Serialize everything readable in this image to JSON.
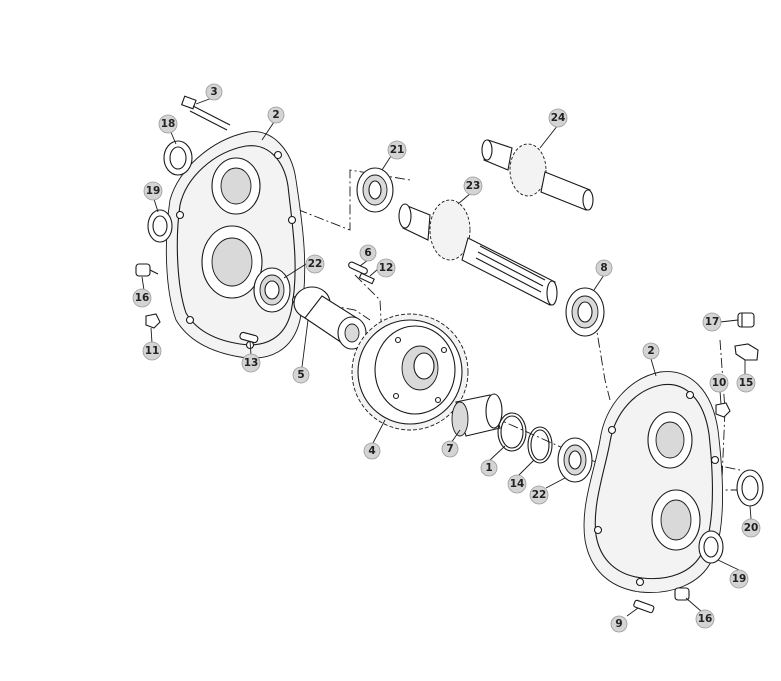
{
  "callouts": [
    {
      "id": "c-3",
      "label": "3"
    },
    {
      "id": "c-2a",
      "label": "2"
    },
    {
      "id": "c-18",
      "label": "18"
    },
    {
      "id": "c-19a",
      "label": "19"
    },
    {
      "id": "c-16a",
      "label": "16"
    },
    {
      "id": "c-11",
      "label": "11"
    },
    {
      "id": "c-13",
      "label": "13"
    },
    {
      "id": "c-5",
      "label": "5"
    },
    {
      "id": "c-22a",
      "label": "22"
    },
    {
      "id": "c-6",
      "label": "6"
    },
    {
      "id": "c-12",
      "label": "12"
    },
    {
      "id": "c-21",
      "label": "21"
    },
    {
      "id": "c-24",
      "label": "24"
    },
    {
      "id": "c-23",
      "label": "23"
    },
    {
      "id": "c-8",
      "label": "8"
    },
    {
      "id": "c-4",
      "label": "4"
    },
    {
      "id": "c-7",
      "label": "7"
    },
    {
      "id": "c-1",
      "label": "1"
    },
    {
      "id": "c-14",
      "label": "14"
    },
    {
      "id": "c-22b",
      "label": "22"
    },
    {
      "id": "c-2b",
      "label": "2"
    },
    {
      "id": "c-17",
      "label": "17"
    },
    {
      "id": "c-15",
      "label": "15"
    },
    {
      "id": "c-10",
      "label": "10"
    },
    {
      "id": "c-20",
      "label": "20"
    },
    {
      "id": "c-19b",
      "label": "19"
    },
    {
      "id": "c-16b",
      "label": "16"
    },
    {
      "id": "c-9",
      "label": "9"
    }
  ]
}
